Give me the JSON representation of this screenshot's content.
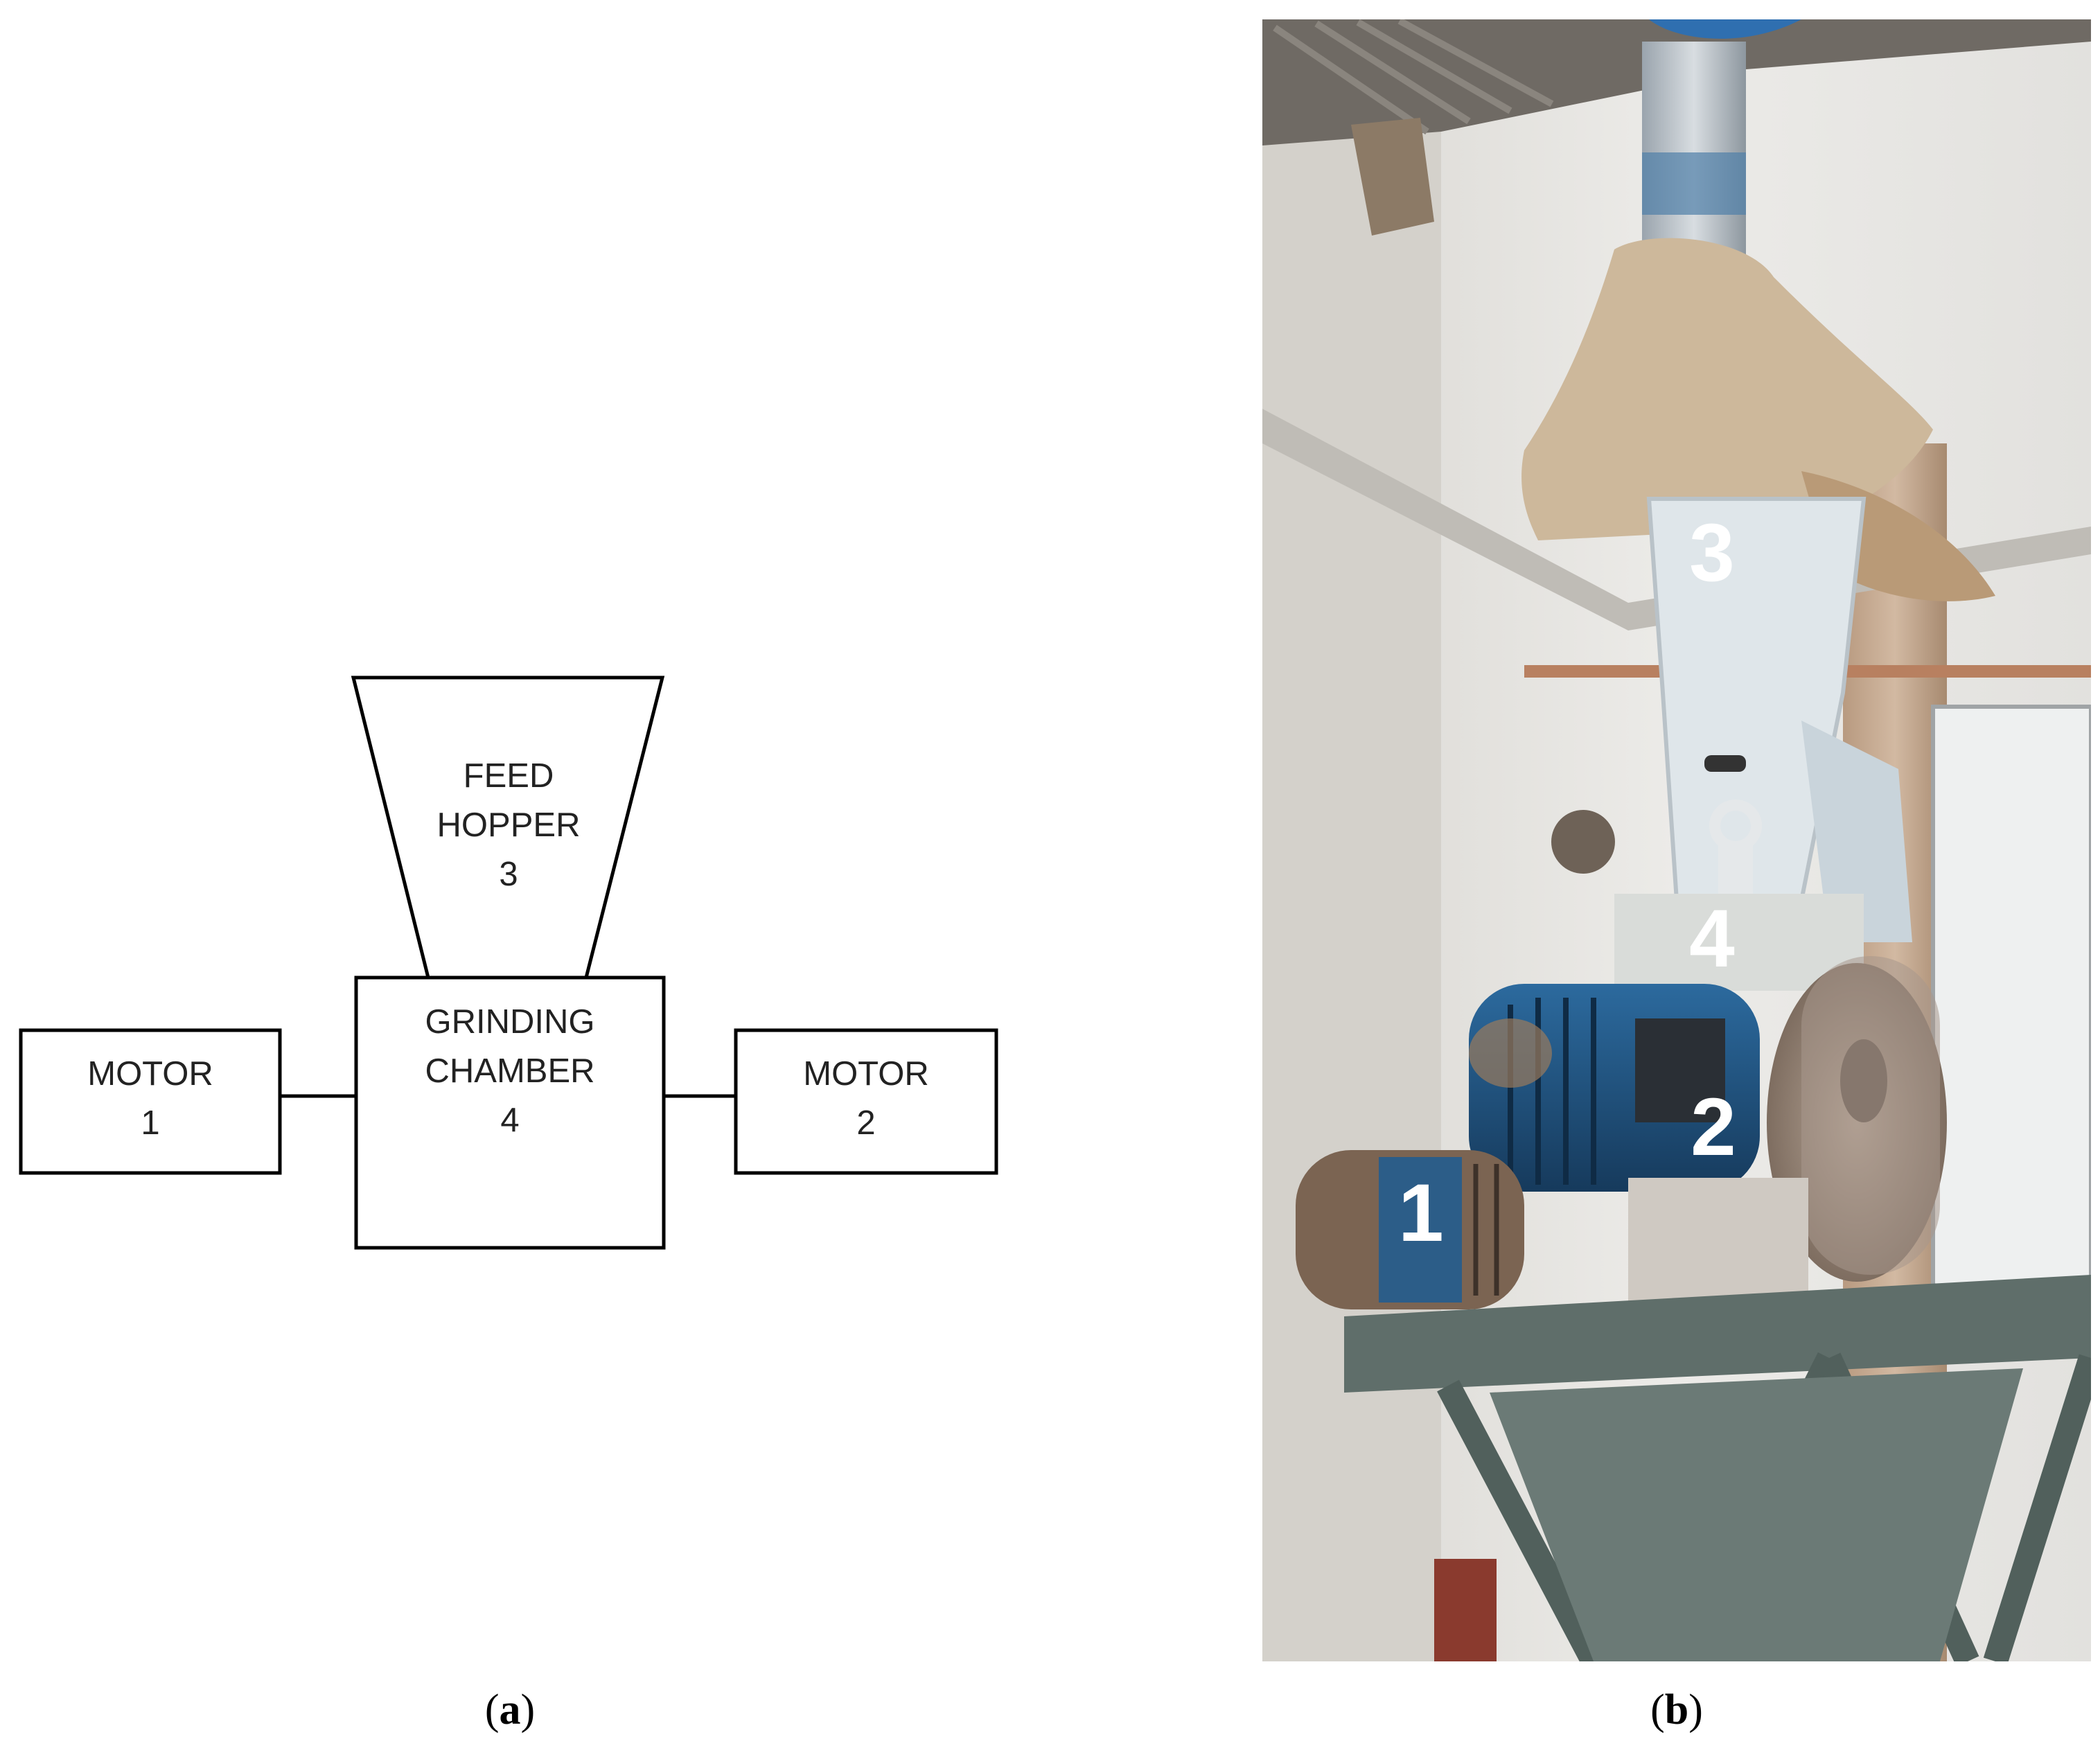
{
  "panel_a": {
    "caption_open": "(",
    "caption_letter": "a",
    "caption_close": ")",
    "hopper": {
      "line1": "FEED",
      "line2": "HOPPER",
      "line3": "3"
    },
    "chamber": {
      "line1": "GRINDING",
      "line2": "CHAMBER",
      "line3": "4"
    },
    "motor_left": {
      "line1": "MOTOR",
      "line2": "1"
    },
    "motor_right": {
      "line1": "MOTOR",
      "line2": "2"
    }
  },
  "panel_b": {
    "caption_open": "(",
    "caption_letter": "b",
    "caption_close": ")",
    "photo_labels": {
      "hopper": "3",
      "chamber": "4",
      "motor_2": "2",
      "motor_1": "1"
    }
  },
  "colors": {
    "diagram_stroke": "#000000",
    "diagram_text": "#222222",
    "photo_label": "#ffffff",
    "wall": "#e8e6e2",
    "motor_blue": "#1f4f7a",
    "frame_green": "#5f6e6a",
    "paper_bag": "#c9b59a",
    "rust": "#8a6a4e"
  }
}
